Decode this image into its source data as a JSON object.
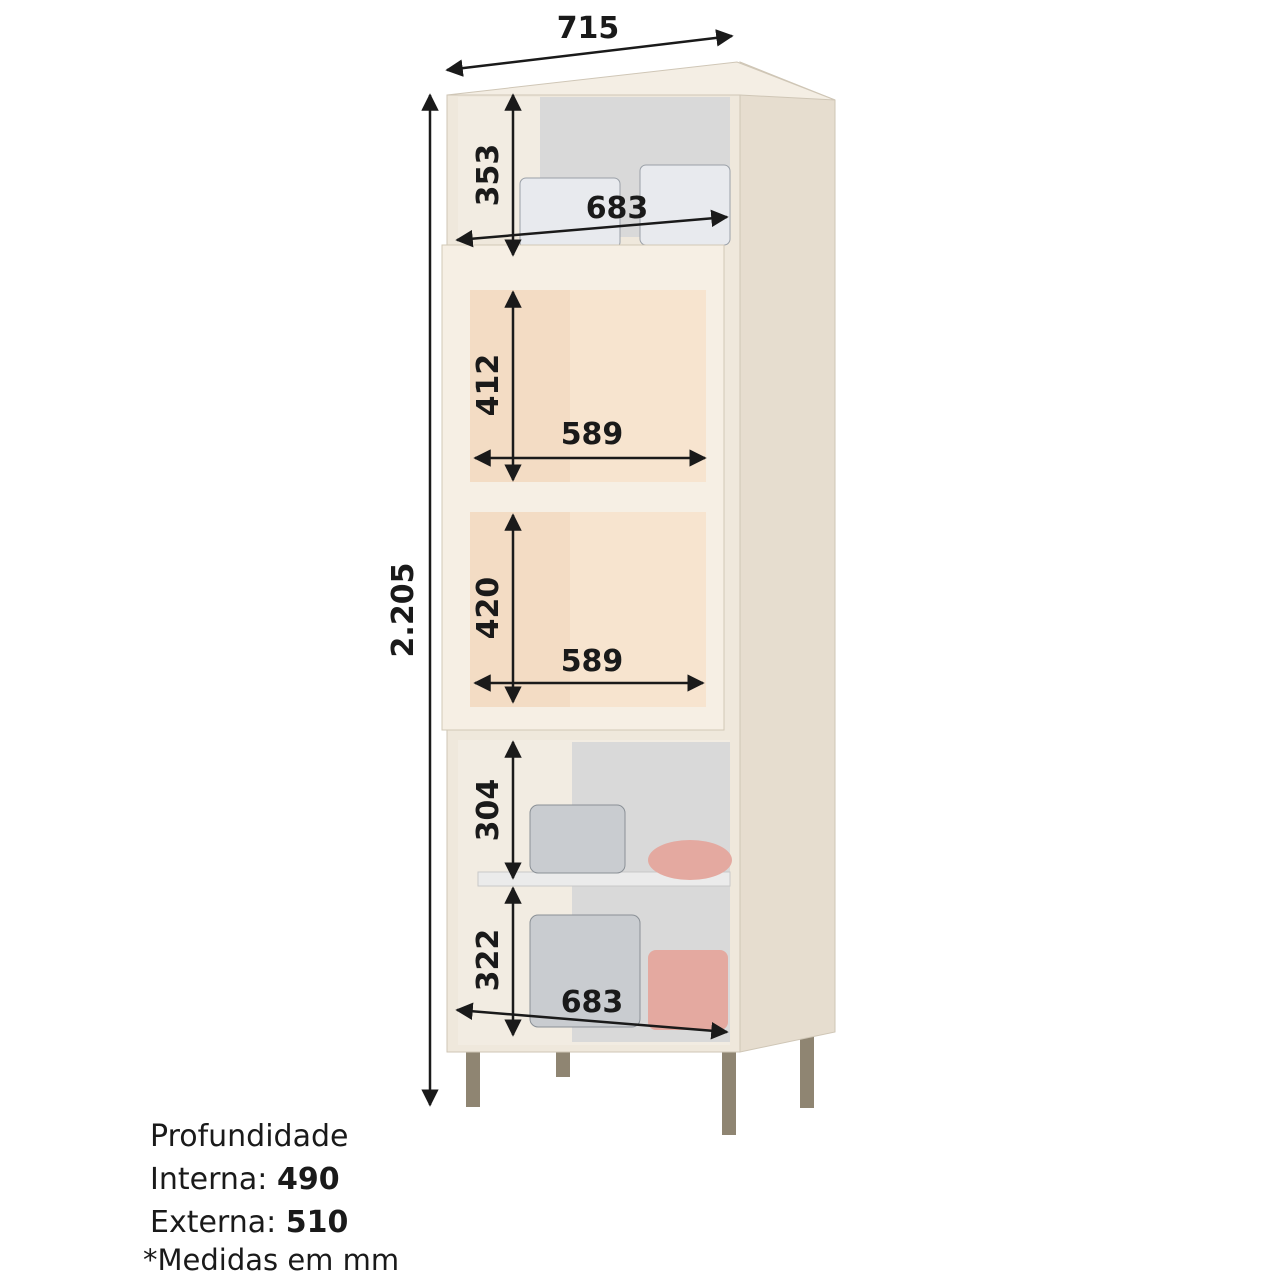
{
  "dimensions": {
    "width_total": "715",
    "height_total": "2.205",
    "top_niche_height": "353",
    "top_niche_width": "683",
    "upper_glass_height": "412",
    "upper_glass_width": "589",
    "lower_glass_height": "420",
    "lower_glass_width": "589",
    "bottom_upper_height": "304",
    "bottom_lower_height": "322",
    "bottom_width": "683"
  },
  "depth": {
    "title": "Profundidade",
    "internal_label": "Interna:",
    "internal_value": "490",
    "external_label": "Externa:",
    "external_value": "510"
  },
  "footnote": "*Medidas em mm",
  "colors": {
    "body": "#efe8dc",
    "glass": "#f3dcc4",
    "back": "#d9d9d9",
    "legs": "#8f8572",
    "pot": "#e4a9a0"
  }
}
